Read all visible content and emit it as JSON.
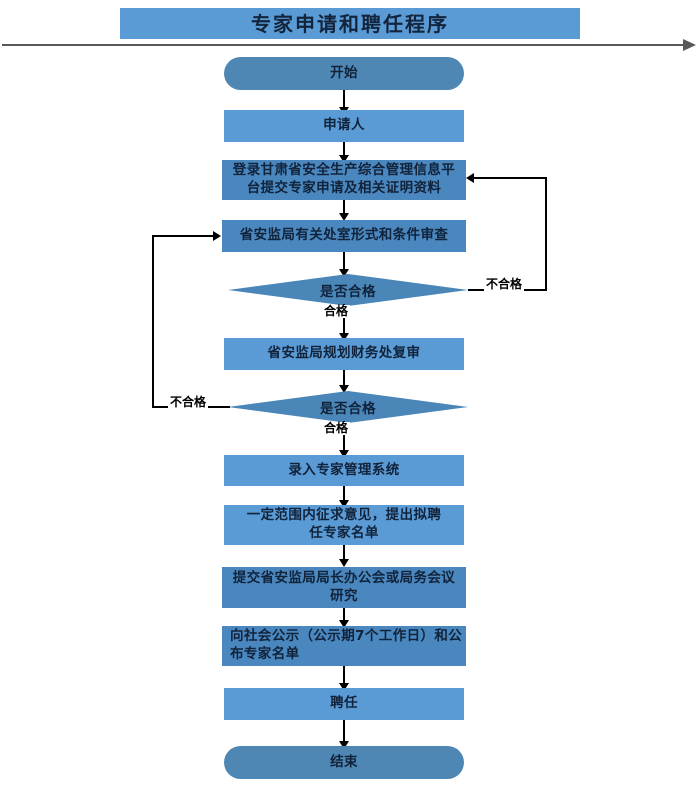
{
  "title": "专家申请和聘任程序",
  "nodes": {
    "start": "开始",
    "applicant": "申请人",
    "submit": "登录甘肃省安全生产综合管理信息平台提交专家申请及相关证明资料",
    "review_form": "省安监局有关处室形式和条件审查",
    "decision1": "是否合格",
    "recheck": "省安监局规划财务处复审",
    "decision2": "是否合格",
    "enter_system": "录入专家管理系统",
    "opinions": "一定范围内征求意见，提出拟聘任专家名单",
    "meeting": "提交省安监局局长办公会或局务会议研究",
    "publicize": "向社会公示（公示期7个工作日）和公布专家名单",
    "appoint": "聘任",
    "end": "结束"
  },
  "edge_labels": {
    "fail1": "不合格",
    "pass1": "合格",
    "fail2": "不合格",
    "pass2": "合格"
  },
  "colors": {
    "banner": "#5B9BD5",
    "box": "#5B9BD5",
    "box_dark": "#4A87BE",
    "terminator": "#4E86B4",
    "diamond": "#4A86B8",
    "connector": "#000000",
    "rule": "#595959",
    "text": "#11233B"
  }
}
